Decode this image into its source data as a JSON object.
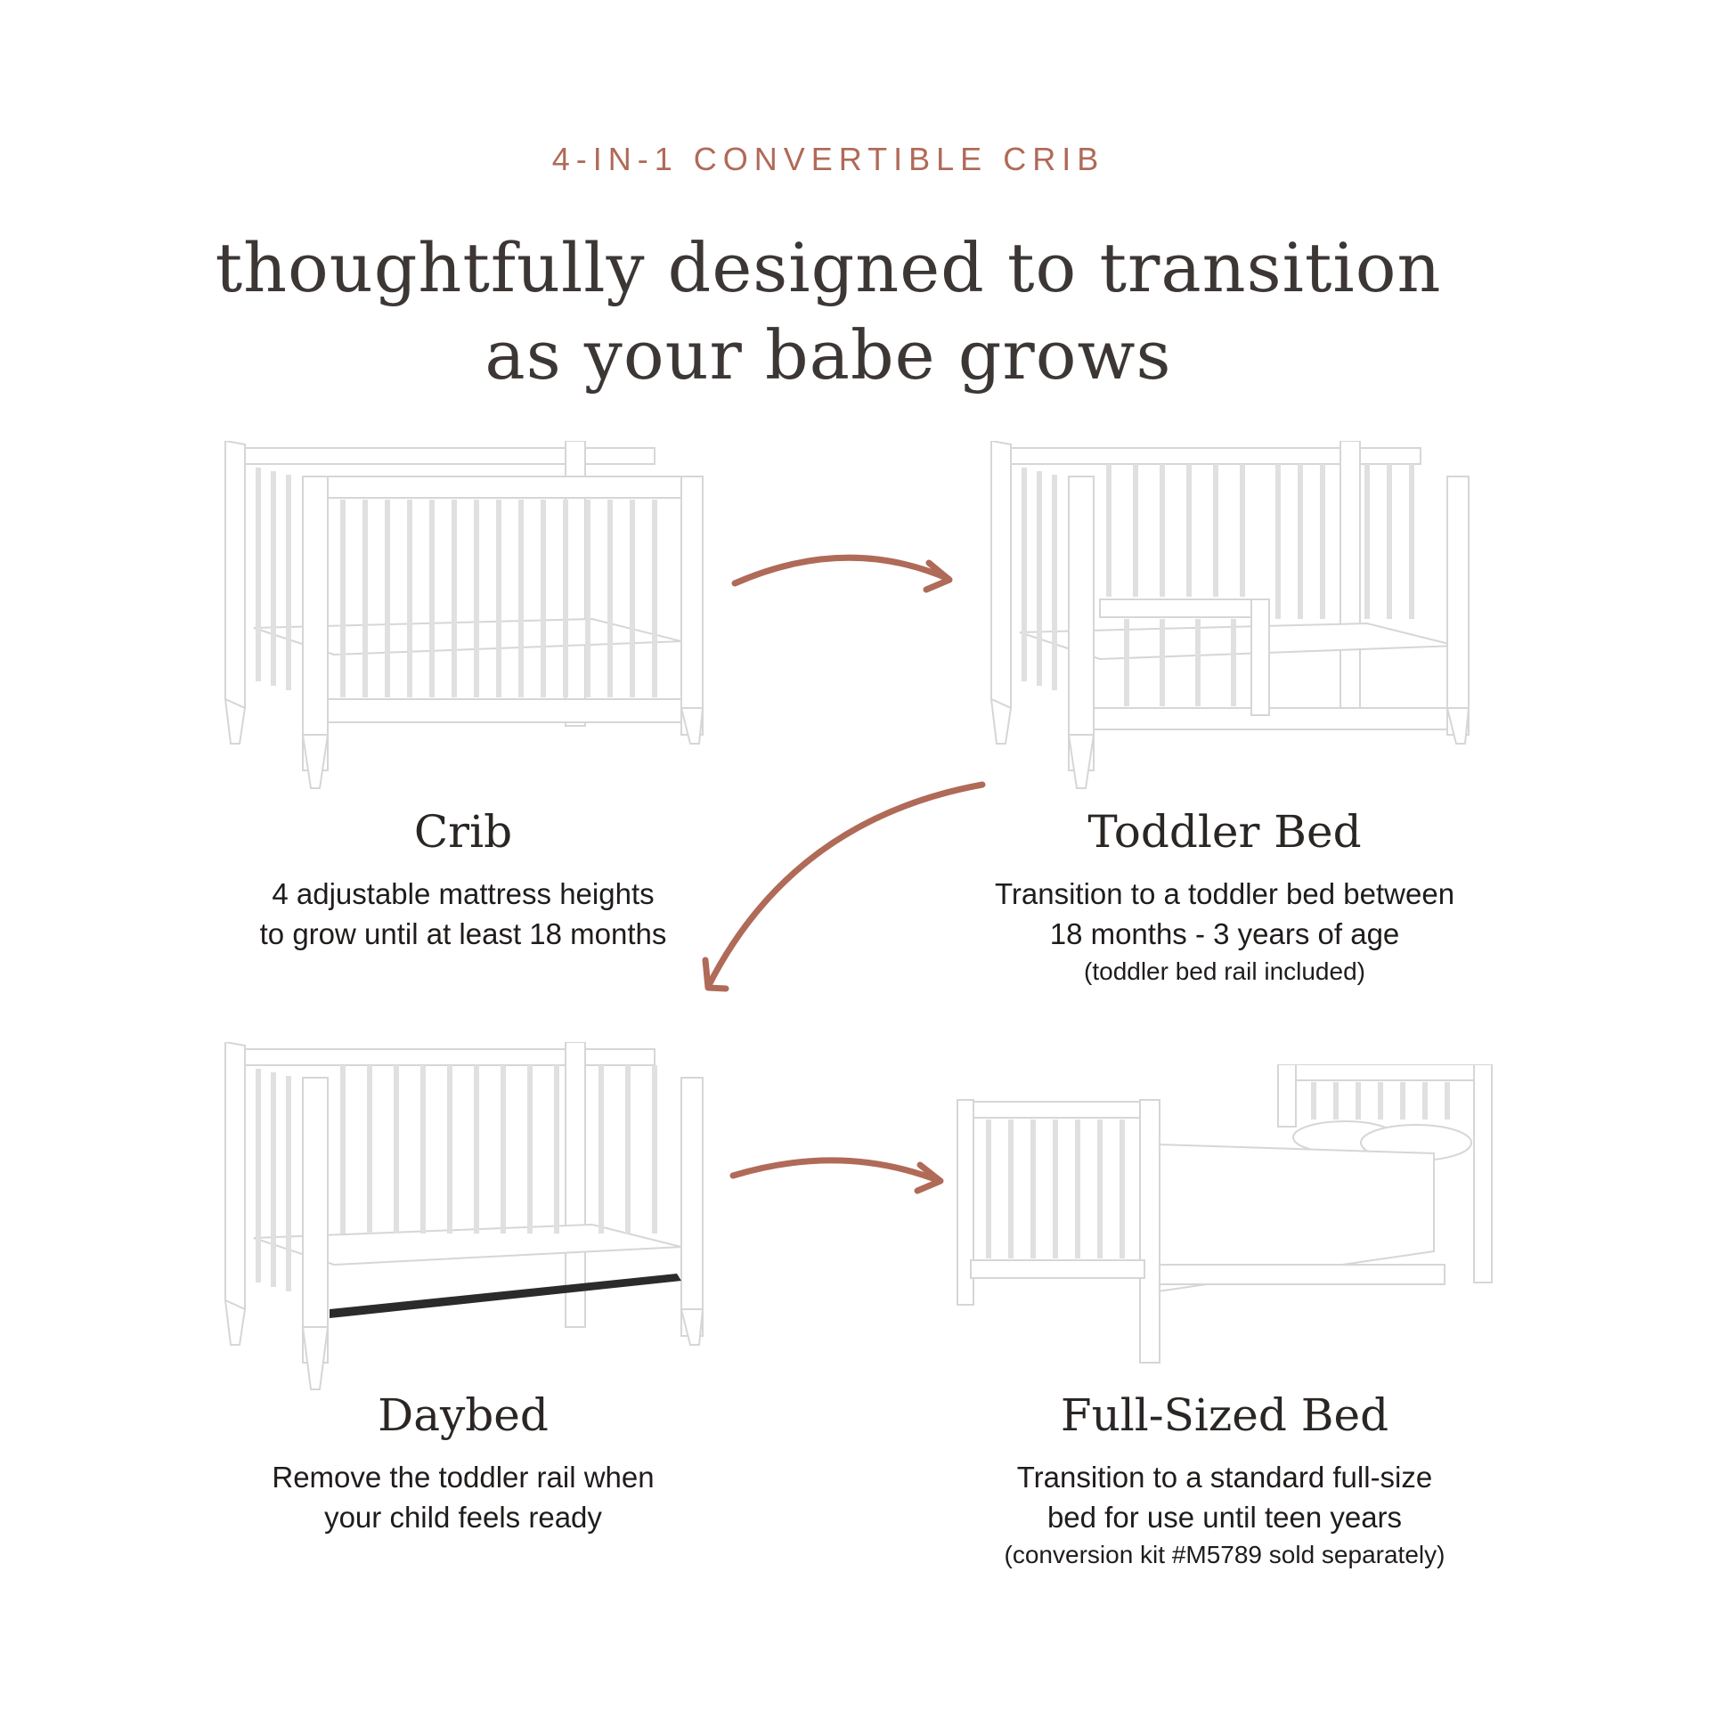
{
  "header": {
    "eyebrow": "4-IN-1 CONVERTIBLE CRIB",
    "headline_line1": "thoughtfully designed to transition",
    "headline_line2": "as your babe grows"
  },
  "stages": [
    {
      "title": "Crib",
      "desc_line1": "4 adjustable mattress heights",
      "desc_line2": "to grow until at least 18 months",
      "note": ""
    },
    {
      "title": "Toddler Bed",
      "desc_line1": "Transition to a toddler bed between",
      "desc_line2": "18 months - 3 years of age",
      "note": "(toddler bed rail included)"
    },
    {
      "title": "Daybed",
      "desc_line1": "Remove the toddler rail when",
      "desc_line2": "your child feels ready",
      "note": ""
    },
    {
      "title": "Full-Sized Bed",
      "desc_line1": "Transition to a standard full-size",
      "desc_line2": "bed for use until teen years",
      "note": "(conversion kit #M5789 sold separately)"
    }
  ],
  "colors": {
    "accent": "#b06a58",
    "text": "#2f2b29"
  }
}
